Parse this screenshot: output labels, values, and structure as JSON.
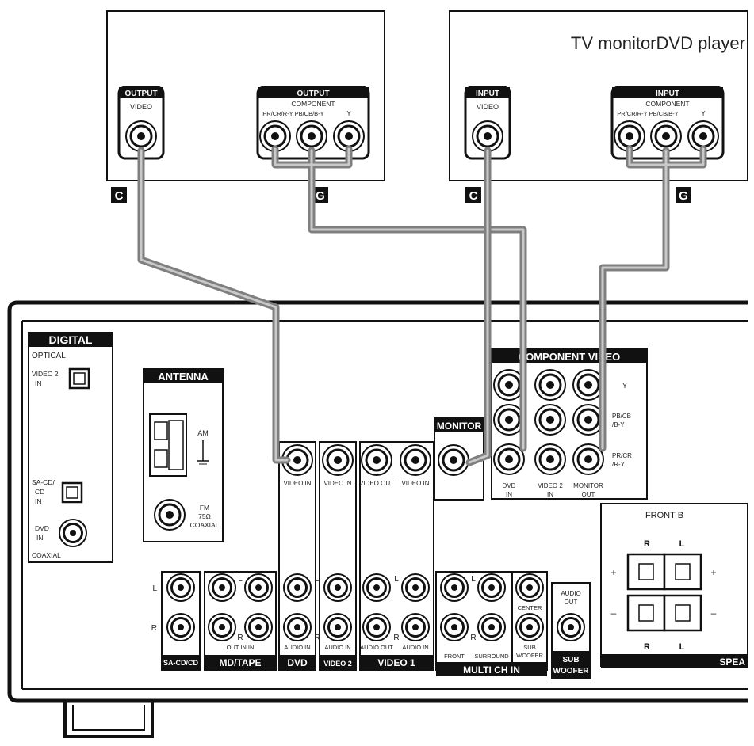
{
  "devices": {
    "dvd_player_label": "TV monitorDVD player",
    "dvd": {
      "output_header": "OUTPUT",
      "video_label": "VIDEO",
      "component_header": "OUTPUT",
      "component_label": "COMPONENT",
      "component_jacks": "PR/CR/R-Y  PB/CB/B-Y",
      "y_label": "Y"
    },
    "tv": {
      "input_header": "INPUT",
      "video_label": "VIDEO",
      "component_header": "INPUT",
      "component_label": "COMPONENT",
      "component_jacks": "PR/CR/R-Y  PB/CB/B-Y",
      "y_label": "Y"
    }
  },
  "cable_markers": [
    "C",
    "G",
    "C",
    "G"
  ],
  "receiver": {
    "digital": {
      "header": "DIGITAL",
      "optical": "OPTICAL",
      "video2_in": [
        "VIDEO 2",
        "IN"
      ],
      "sacd_in": [
        "SA-CD/",
        "CD",
        "IN"
      ],
      "dvd_in": [
        "DVD",
        "IN"
      ],
      "coaxial": "COAXIAL"
    },
    "antenna": {
      "header": "ANTENNA",
      "am": "AM",
      "fm": [
        "FM",
        "75Ω",
        "COAXIAL"
      ]
    },
    "component_video": {
      "header": "COMPONENT VIDEO",
      "y": "Y",
      "pb": [
        "PB/CB",
        "/B-Y"
      ],
      "pr": [
        "PR/CR",
        "/R-Y"
      ],
      "dvd_in": [
        "DVD",
        "IN"
      ],
      "video2_in": [
        "VIDEO 2",
        "IN"
      ],
      "monitor_out": [
        "MONITOR",
        "OUT"
      ]
    },
    "monitor": "MONITOR",
    "video_jacks": {
      "dvd_video_in": "VIDEO IN",
      "video2_video_in": "VIDEO IN",
      "video1_video_out": "VIDEO OUT",
      "video1_video_in": "VIDEO IN"
    },
    "audio": {
      "l": "L",
      "r": "R",
      "out_in": "OUT IN IN",
      "audio_in": "AUDIO IN",
      "audio_out": "AUDIO OUT"
    },
    "groups": {
      "sacd": "SA-CD/CD",
      "mdtape": "MD/TAPE",
      "dvd": "DVD",
      "video2": "VIDEO 2",
      "video1": "VIDEO 1",
      "multich": "MULTI CH IN",
      "subwoofer": [
        "SUB",
        "WOOFER"
      ]
    },
    "multich_labels": {
      "front": "FRONT",
      "surround": "SURROUND",
      "center": "CENTER",
      "sub": [
        "SUB",
        "WOOFER"
      ]
    },
    "sub_audio_out": [
      "AUDIO",
      "OUT"
    ],
    "speakers": {
      "front_b": "FRONT B",
      "r": "R",
      "l": "L",
      "plus": "+",
      "minus": "–",
      "header": "SPEA"
    }
  }
}
